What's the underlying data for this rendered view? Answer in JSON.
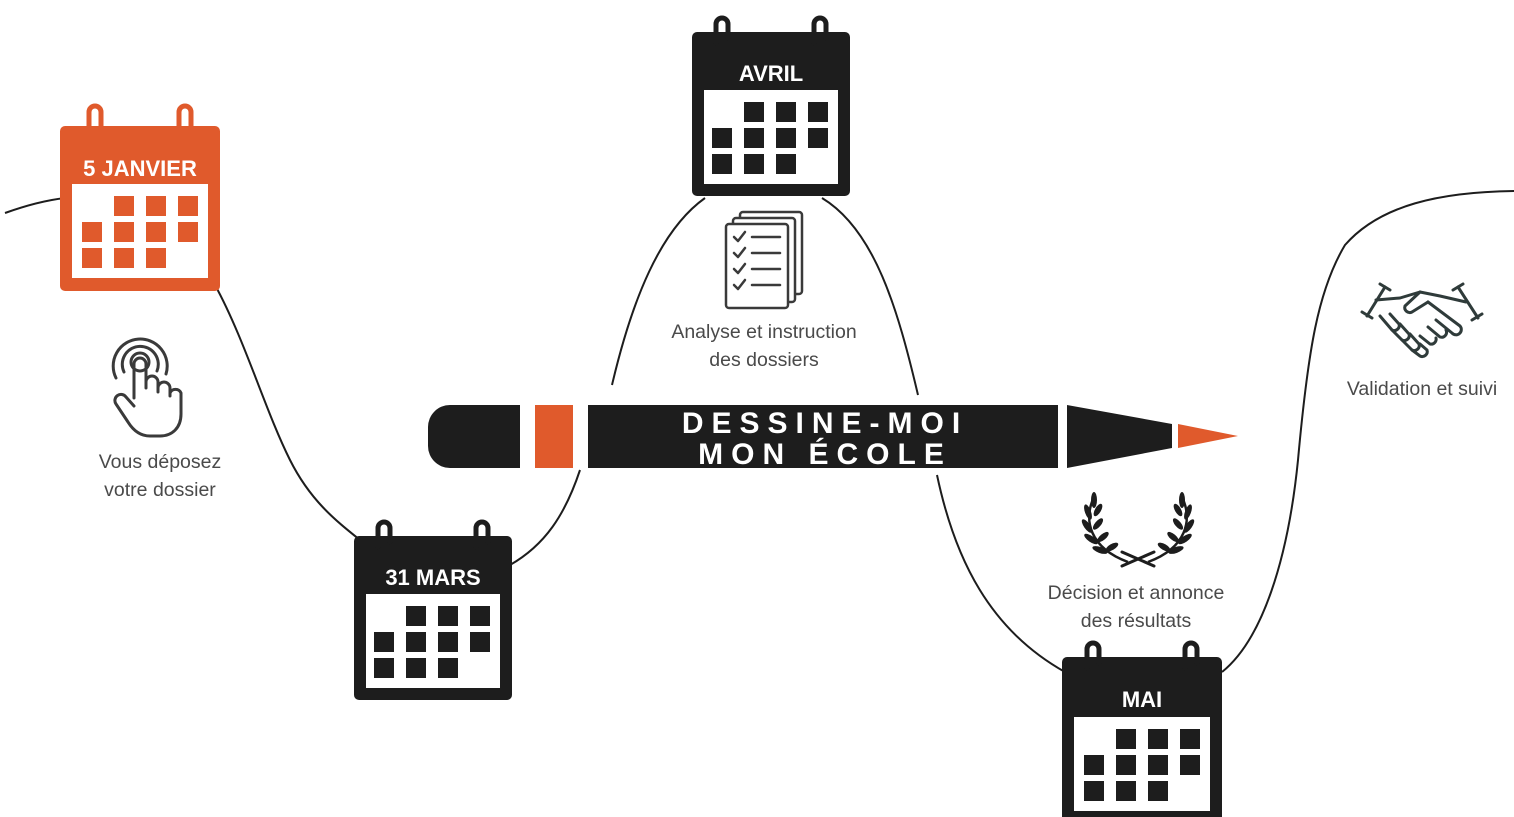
{
  "colors": {
    "accent": "#e05a2c",
    "ink": "#1d1d1d",
    "caption": "#4a4a4a",
    "icon": "#3a3a3a"
  },
  "title": {
    "line1": "DESSINE-MOI",
    "line2": "MON ÉCOLE"
  },
  "milestones": [
    {
      "label": "5 JANVIER",
      "color": "accent"
    },
    {
      "label": "31 MARS",
      "color": "ink"
    },
    {
      "label": "AVRIL",
      "color": "ink"
    },
    {
      "label": "MAI",
      "color": "ink"
    }
  ],
  "steps": [
    {
      "icon": "touch-hand-icon",
      "line1": "Vous déposez",
      "line2": "votre dossier"
    },
    {
      "icon": "checklist-documents-icon",
      "line1": "Analyse et instruction",
      "line2": "des dossiers"
    },
    {
      "icon": "laurel-wreath-icon",
      "line1": "Décision et annonce",
      "line2": "des résultats"
    },
    {
      "icon": "handshake-icon",
      "line1": "Validation et suivi",
      "line2": ""
    }
  ]
}
